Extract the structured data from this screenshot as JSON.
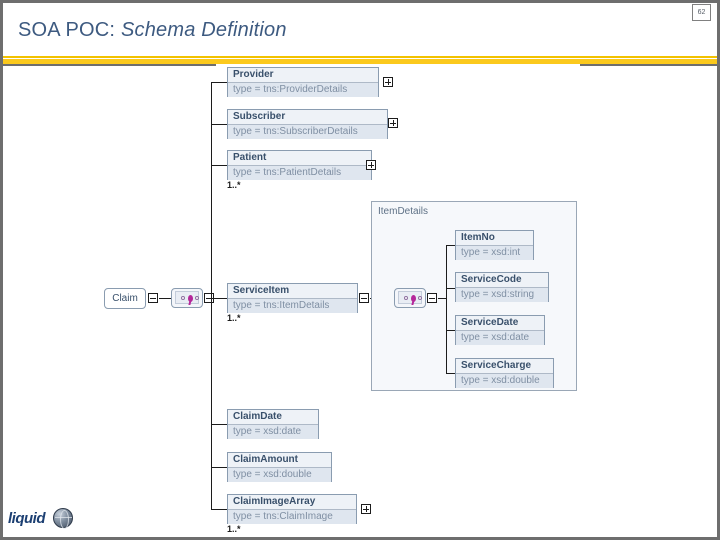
{
  "slide": {
    "title_prefix": "SOA POC: ",
    "title_emphasis": "Schema Definition",
    "page_number": "62",
    "accent_color": "#fbc91d",
    "title_color": "#3d5a80",
    "frame_color": "#6e6e6e"
  },
  "logo": {
    "text": "liquid",
    "icon": "globe-icon"
  },
  "diagram": {
    "root": {
      "label": "Claim",
      "collapse_control": "minus"
    },
    "compositors": [
      {
        "name": "root-sequence",
        "type": "sequence"
      },
      {
        "name": "itemdetails-sequence",
        "type": "sequence"
      }
    ],
    "group": {
      "label": "ItemDetails"
    },
    "elements": [
      {
        "name": "Provider",
        "type": "type = tns:ProviderDetails",
        "occurrence": "",
        "control": "plus"
      },
      {
        "name": "Subscriber",
        "type": "type = tns:SubscriberDetails",
        "occurrence": "",
        "control": "plus"
      },
      {
        "name": "Patient",
        "type": "type = tns:PatientDetails",
        "occurrence": "1..*",
        "control": "plus"
      },
      {
        "name": "ServiceItem",
        "type": "type = tns:ItemDetails",
        "occurrence": "1..*",
        "control": "minus"
      },
      {
        "name": "ClaimDate",
        "type": "type = xsd:date",
        "occurrence": "",
        "control": "none"
      },
      {
        "name": "ClaimAmount",
        "type": "type = xsd:double",
        "occurrence": "",
        "control": "none"
      },
      {
        "name": "ClaimImageArray",
        "type": "type = tns:ClaimImage",
        "occurrence": "1..*",
        "control": "plus"
      }
    ],
    "item_elements": [
      {
        "name": "ItemNo",
        "type": "type = xsd:int"
      },
      {
        "name": "ServiceCode",
        "type": "type = xsd:string"
      },
      {
        "name": "ServiceDate",
        "type": "type = xsd:date"
      },
      {
        "name": "ServiceCharge",
        "type": "type = xsd:double"
      }
    ]
  }
}
